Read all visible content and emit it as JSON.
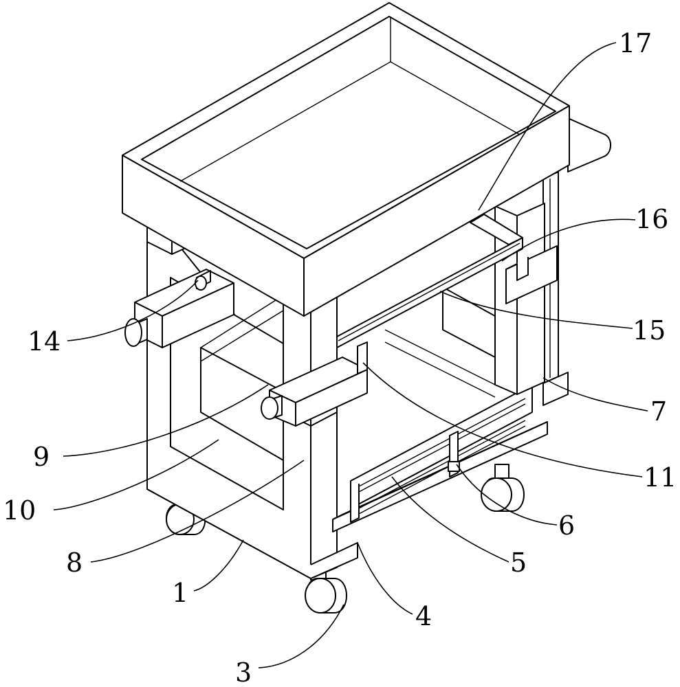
{
  "labels": [
    "1",
    "3",
    "4",
    "5",
    "6",
    "7",
    "8",
    "9",
    "10",
    "11",
    "14",
    "15",
    "16",
    "17"
  ]
}
